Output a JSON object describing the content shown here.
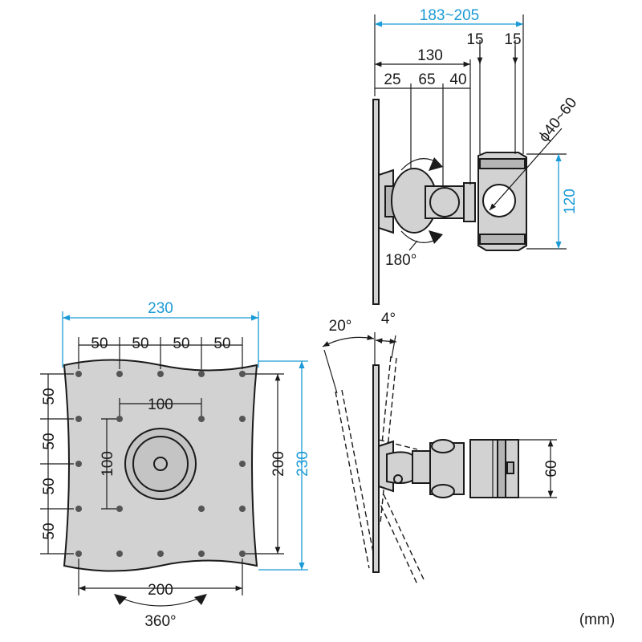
{
  "unit_label": "(mm)",
  "top_view": {
    "dim_total": "183~205",
    "dim_15_left": "15",
    "dim_15_right": "15",
    "dim_130": "130",
    "dim_25": "25",
    "dim_65": "65",
    "dim_40": "40",
    "dim_pipe": "ϕ40~60",
    "dim_height": "120",
    "rotation": "180°"
  },
  "front_view": {
    "width_total": "230",
    "spacing": [
      "50",
      "50",
      "50",
      "50"
    ],
    "inner_width": "100",
    "inner_height": "100",
    "height_spacing": [
      "50",
      "50",
      "50",
      "50"
    ],
    "height_200": "200",
    "height_total": "230",
    "bottom_200": "200",
    "rotation": "360°"
  },
  "side_view": {
    "tilt_back": "20°",
    "tilt_fwd": "4°",
    "clamp_height": "60"
  },
  "colors": {
    "dimension": "#1a9ad6",
    "line": "#1a1a1a",
    "part": "#d2d2d2"
  }
}
